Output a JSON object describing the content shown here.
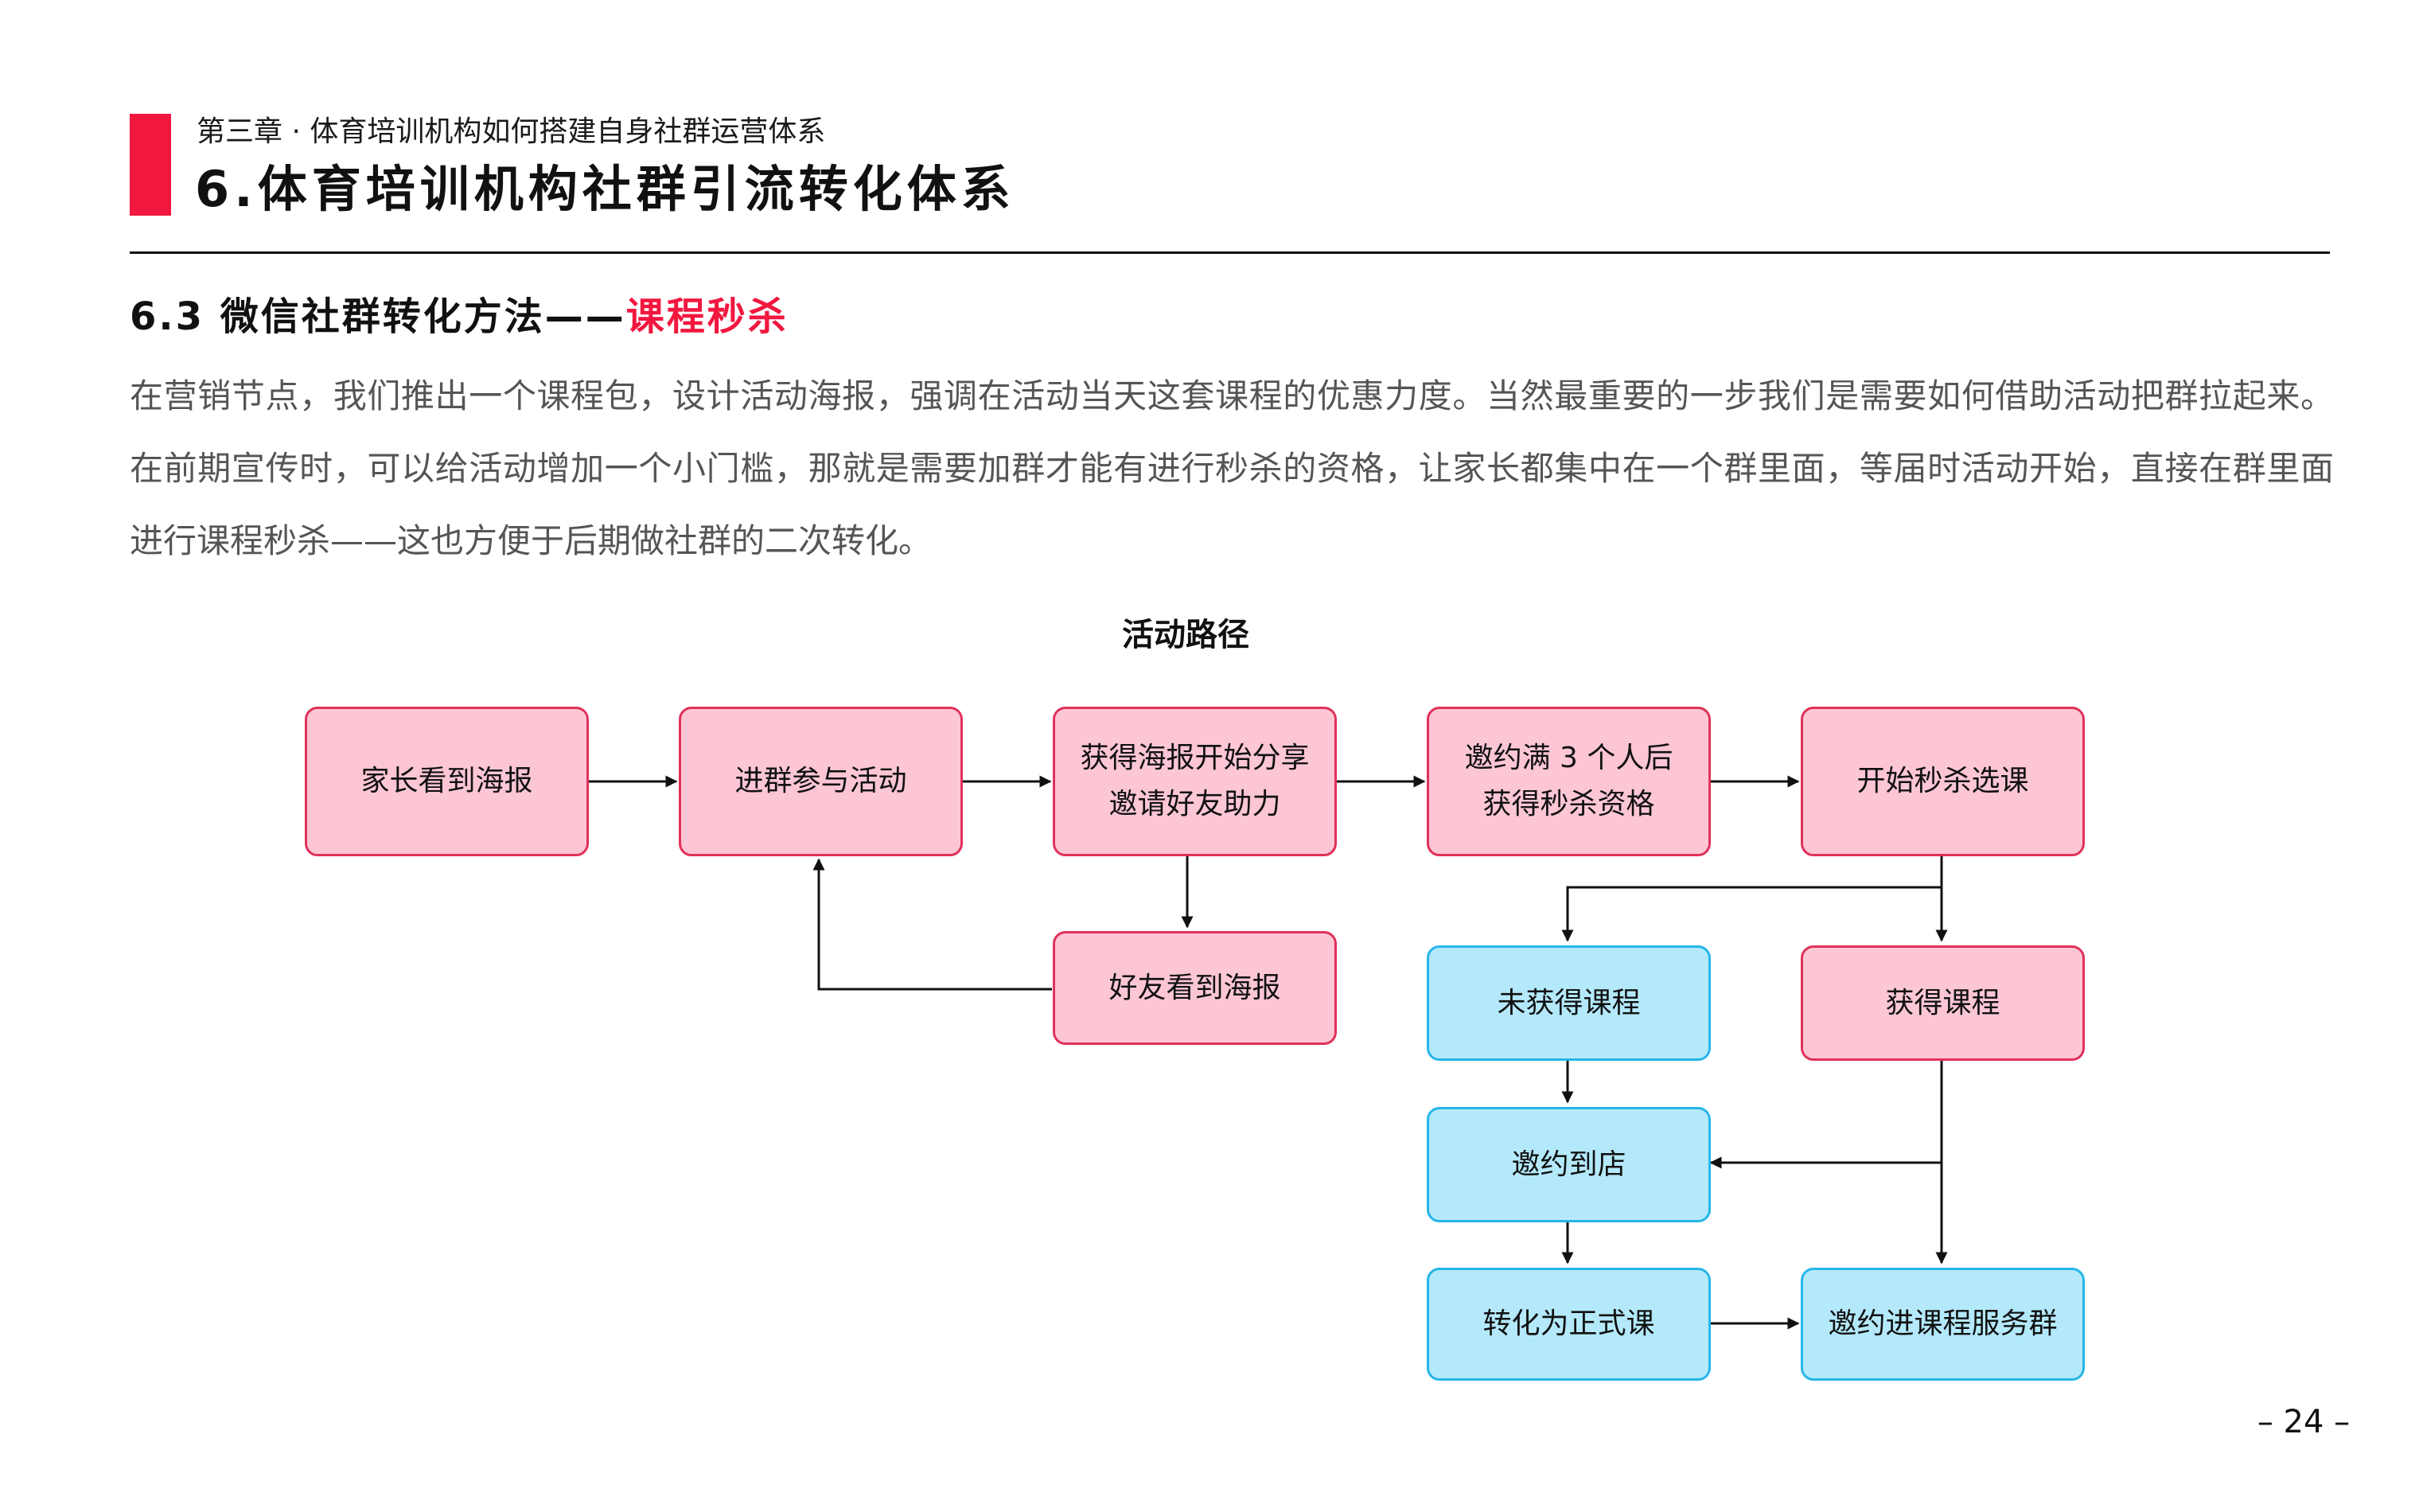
{
  "header": {
    "chapter": "第三章 · 体育培训机构如何搭建自身社群运营体系",
    "title": "6.体育培训机构社群引流转化体系"
  },
  "section": {
    "heading_prefix": "6.3 微信社群转化方法——",
    "heading_highlight": "课程秒杀"
  },
  "body": {
    "paragraph": "在营销节点，我们推出一个课程包，设计活动海报，强调在活动当天这套课程的优惠力度。当然最重要的一步我们是需要如何借助活动把群拉起来。在前期宣传时，可以给活动增加一个小门槛，那就是需要加群才能有进行秒杀的资格，让家长都集中在一个群里面，等届时活动开始，直接在群里面进行课程秒杀——这也方便于后期做社群的二次转化。"
  },
  "diagram": {
    "title": "活动路径",
    "nodes": {
      "parent_sees_poster": "家长看到海报",
      "join_group": "进群参与活动",
      "get_poster_share": "获得海报开始分享\n邀请好友助力",
      "invite_three": "邀约满 3 个人后\n获得秒杀资格",
      "start_flash_sale": "开始秒杀选课",
      "friend_sees_poster": "好友看到海报",
      "not_get_course": "未获得课程",
      "get_course": "获得课程",
      "invite_to_store": "邀约到店",
      "convert_formal": "转化为正式课",
      "invite_service_group": "邀约进课程服务群"
    },
    "colors": {
      "pink_fill": "#fcc6d5",
      "pink_border": "#e0315a",
      "blue_fill": "#b4e9fb",
      "blue_border": "#25b6e8",
      "accent": "#f1173f"
    }
  },
  "footer": {
    "page_number": "– 24 –"
  }
}
